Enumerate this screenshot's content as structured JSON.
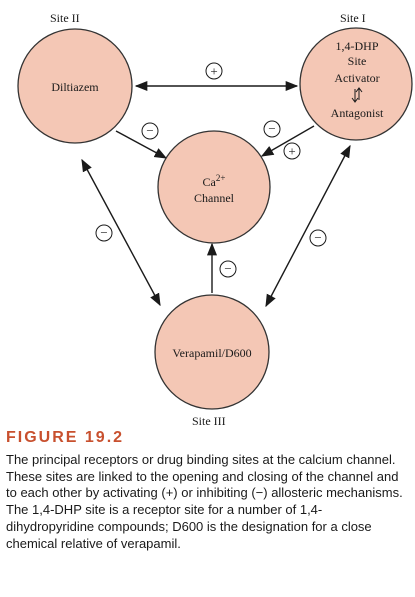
{
  "diagram": {
    "sites": {
      "site1": "Site I",
      "site2": "Site II",
      "site3": "Site III"
    },
    "nodes": {
      "diltiazem": "Diltiazem",
      "dhp": [
        "1,4-DHP",
        "Site",
        "Activator",
        "Antagonist"
      ],
      "channel": [
        "Ca2+",
        "Channel"
      ],
      "verapamil": "Verapamil/D600"
    },
    "signs": {
      "plus": "+",
      "minus": "−"
    },
    "colors": {
      "node_fill": "#f4c7b5",
      "node_stroke": "#333333",
      "caption_accent": "#c8502e"
    }
  },
  "caption": {
    "title": "FIGURE 19.2",
    "text": "The principal receptors or drug binding sites at the calcium channel. These sites are linked to the opening and closing of the channel and to each other by activating (+) or inhibiting (−) allosteric mechanisms. The 1,4-DHP site is a receptor site for a number of 1,4-dihydropyridine compounds; D600 is the designation for a close chemical relative of verapamil."
  }
}
